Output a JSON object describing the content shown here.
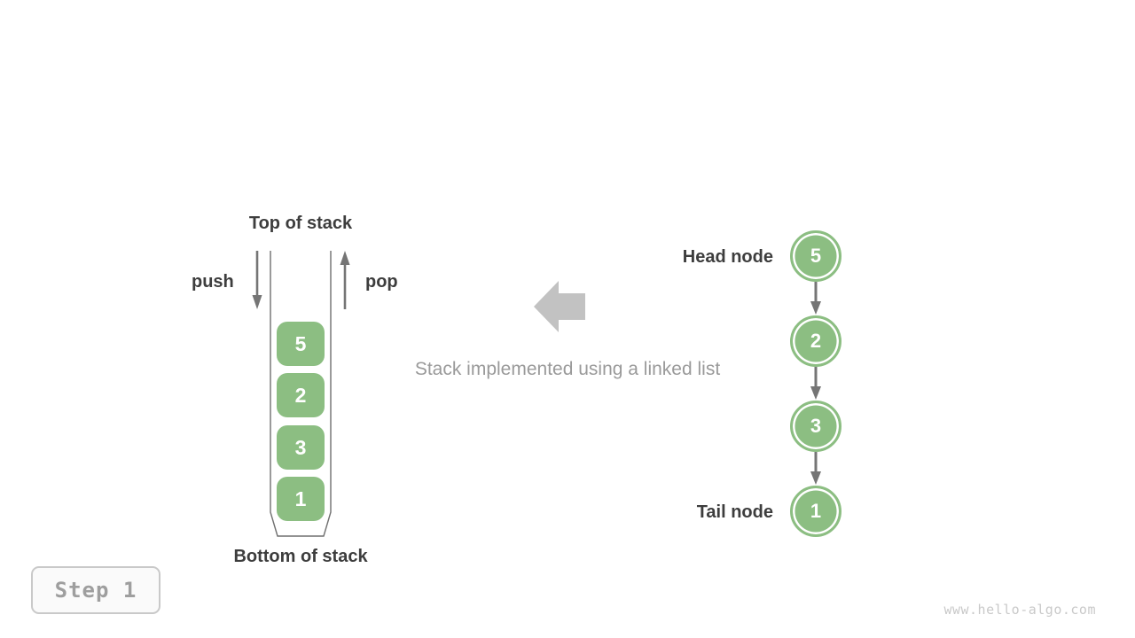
{
  "colors": {
    "accent_green": "#8cbe82",
    "dark_text": "#3d3d3d",
    "muted_text": "#9a9a9a",
    "arrow_gray": "#757575",
    "block_arrow_gray": "#c2c2c2",
    "container_stroke": "#6f6f6f",
    "badge_border": "#c9c9c9",
    "badge_bg": "#fafafa",
    "watermark_gray": "#c9c9c9"
  },
  "stack_panel": {
    "top_label": "Top of stack",
    "bottom_label": "Bottom of stack",
    "push_label": "push",
    "pop_label": "pop",
    "items": [
      "5",
      "2",
      "3",
      "1"
    ]
  },
  "caption": "Stack implemented using a linked list",
  "linked_list_panel": {
    "head_label": "Head node",
    "tail_label": "Tail node",
    "nodes": [
      "5",
      "2",
      "3",
      "1"
    ]
  },
  "icons": {
    "push_arrow": "down-arrow",
    "pop_arrow": "up-arrow",
    "link_arrow": "down-arrow",
    "direction_arrow": "left-block-arrow"
  },
  "step_badge": {
    "label": "Step 1"
  },
  "watermark": "www.hello-algo.com"
}
